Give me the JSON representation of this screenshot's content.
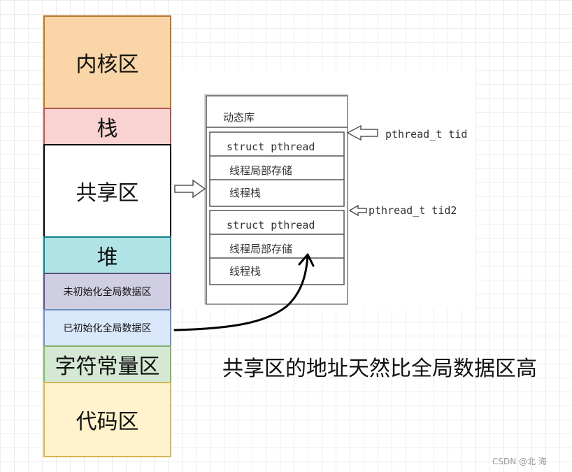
{
  "memory_layout": {
    "segments": [
      {
        "label": "内核区",
        "color": "#f9d5a7"
      },
      {
        "label": "栈",
        "color": "#f8d3d1"
      },
      {
        "label": "共享区",
        "color": "#ffffff"
      },
      {
        "label": "堆",
        "color": "#b0e3e6"
      },
      {
        "label": "未初始化全局数据区",
        "color": "#d0cee2"
      },
      {
        "label": "已初始化全局数据区",
        "color": "#dae8fc"
      },
      {
        "label": "字符常量区",
        "color": "#d5e8d4"
      },
      {
        "label": "代码区",
        "color": "#fff2cc"
      }
    ]
  },
  "shared_region_detail": {
    "header": "动态库",
    "threads": [
      {
        "rows": [
          "struct pthread",
          "线程局部存储",
          "线程栈"
        ],
        "pointer_label": "pthread_t tid"
      },
      {
        "rows": [
          "struct pthread",
          "线程局部存储",
          "线程栈"
        ],
        "pointer_label": "pthread_t tid2"
      }
    ]
  },
  "caption": "共享区的地址天然比全局数据区高",
  "watermark": "CSDN @北   海"
}
